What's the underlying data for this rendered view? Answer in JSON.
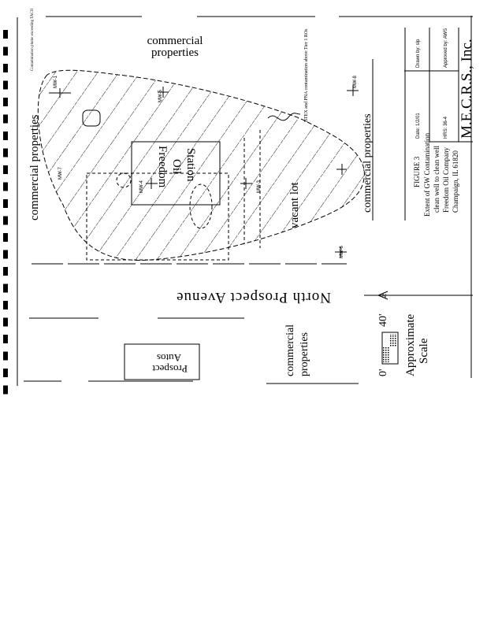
{
  "map": {
    "top_commercial_line1": "commercial",
    "top_commercial_line2": "properties",
    "left_commercial": "commercial properties",
    "right_commercial": "commercial properties",
    "bottom_commercial_line1": "commercial",
    "bottom_commercial_line2": "properties",
    "station_line1": "Freedom",
    "station_line2": "Oil",
    "station_line3": "Station",
    "vacant_lot": "vacant lot",
    "street": "North Prospect Avenue",
    "autos_line1": "Prospect",
    "autos_line2": "Autos",
    "north_label": "N",
    "legend_note": "Contamination plume exceeding TACO",
    "callout_note": "BTEX and PNA contamination above Tier 1 ROs",
    "wells": [
      "MW-1",
      "MW-5",
      "MW-6",
      "MW-8",
      "MW-7",
      "MW-4",
      "MW-3"
    ]
  },
  "scale": {
    "zero": "0'",
    "forty": "40'",
    "label_line1": "Approximate",
    "label_line2": "Scale"
  },
  "title_block": {
    "figure": "FIGURE 3",
    "line1": "Extent of GW Contamination",
    "line2": "clean well to clean well",
    "line3": "Freedom Oil Company",
    "line4": "Champaign, IL 61820",
    "date": "Date: 1/2/01",
    "drawn_by": "Drawn by: slp",
    "ref": "HRS: 36-4",
    "approved_by": "Approved by: AWS",
    "company": "M.E.C.R.S., Inc."
  }
}
